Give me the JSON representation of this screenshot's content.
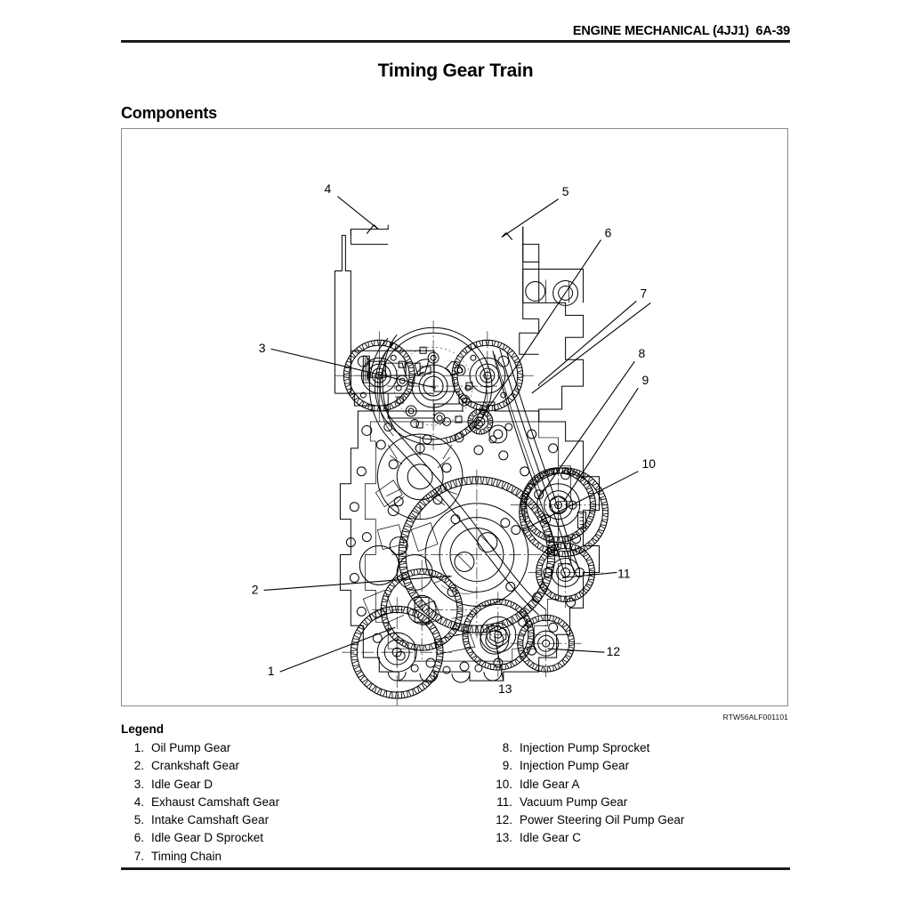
{
  "header": {
    "running_head": "ENGINE MECHANICAL (4JJ1)  6A-39"
  },
  "document": {
    "title": "Timing Gear Train",
    "section_title": "Components",
    "figure_code": "RTW56ALF001101"
  },
  "legend": {
    "title": "Legend",
    "left_column": [
      {
        "num": "1.",
        "label": "Oil Pump Gear"
      },
      {
        "num": "2.",
        "label": "Crankshaft Gear"
      },
      {
        "num": "3.",
        "label": "Idle Gear D"
      },
      {
        "num": "4.",
        "label": "Exhaust Camshaft Gear"
      },
      {
        "num": "5.",
        "label": "Intake Camshaft Gear"
      },
      {
        "num": "6.",
        "label": "Idle Gear D Sprocket"
      },
      {
        "num": "7.",
        "label": "Timing Chain"
      }
    ],
    "right_column": [
      {
        "num": "8.",
        "label": "Injection Pump Sprocket"
      },
      {
        "num": "9.",
        "label": "Injection Pump Gear"
      },
      {
        "num": "10.",
        "label": "Idle Gear A"
      },
      {
        "num": "11.",
        "label": "Vacuum Pump Gear"
      },
      {
        "num": "12.",
        "label": "Power Steering Oil Pump Gear"
      },
      {
        "num": "13.",
        "label": "Idle Gear C"
      }
    ]
  },
  "figure": {
    "callouts": [
      {
        "id": "1",
        "text": "1"
      },
      {
        "id": "2",
        "text": "2"
      },
      {
        "id": "3",
        "text": "3"
      },
      {
        "id": "4",
        "text": "4"
      },
      {
        "id": "5",
        "text": "5"
      },
      {
        "id": "6",
        "text": "6"
      },
      {
        "id": "7",
        "text": "7"
      },
      {
        "id": "8",
        "text": "8"
      },
      {
        "id": "9",
        "text": "9"
      },
      {
        "id": "10",
        "text": "10"
      },
      {
        "id": "11",
        "text": "11"
      },
      {
        "id": "12",
        "text": "12"
      },
      {
        "id": "13",
        "text": "13"
      }
    ]
  },
  "colors": {
    "ink": "#000000",
    "rule": "#1a1a1a",
    "frame_border": "#8a8a8a",
    "page_background": "#ffffff"
  }
}
